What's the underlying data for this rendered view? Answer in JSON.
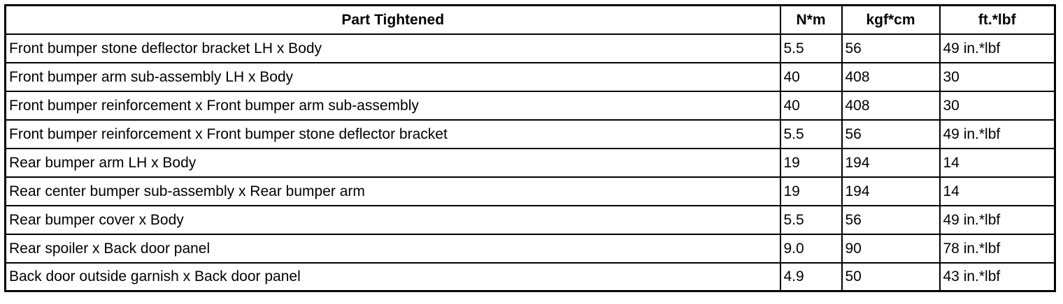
{
  "table": {
    "headers": {
      "part": "Part Tightened",
      "nm": "N*m",
      "kgf": "kgf*cm",
      "ft": "ft.*lbf"
    },
    "rows": [
      {
        "part": "Front bumper stone deflector bracket LH x Body",
        "nm": "5.5",
        "kgf": "56",
        "ft": "49 in.*lbf"
      },
      {
        "part": "Front bumper arm sub-assembly LH x Body",
        "nm": "40",
        "kgf": "408",
        "ft": "30"
      },
      {
        "part": "Front bumper reinforcement x Front bumper arm sub-assembly",
        "nm": "40",
        "kgf": "408",
        "ft": "30"
      },
      {
        "part": "Front bumper reinforcement x Front bumper stone deflector bracket",
        "nm": "5.5",
        "kgf": "56",
        "ft": "49 in.*lbf"
      },
      {
        "part": "Rear bumper arm LH x Body",
        "nm": "19",
        "kgf": "194",
        "ft": "14"
      },
      {
        "part": "Rear center bumper sub-assembly x Rear bumper arm",
        "nm": "19",
        "kgf": "194",
        "ft": "14"
      },
      {
        "part": "Rear bumper cover x Body",
        "nm": "5.5",
        "kgf": "56",
        "ft": "49 in.*lbf"
      },
      {
        "part": "Rear spoiler x Back door panel",
        "nm": "9.0",
        "kgf": "90",
        "ft": "78 in.*lbf"
      },
      {
        "part": "Back door outside garnish x Back door panel",
        "nm": "4.9",
        "kgf": "50",
        "ft": "43 in.*lbf"
      }
    ]
  }
}
